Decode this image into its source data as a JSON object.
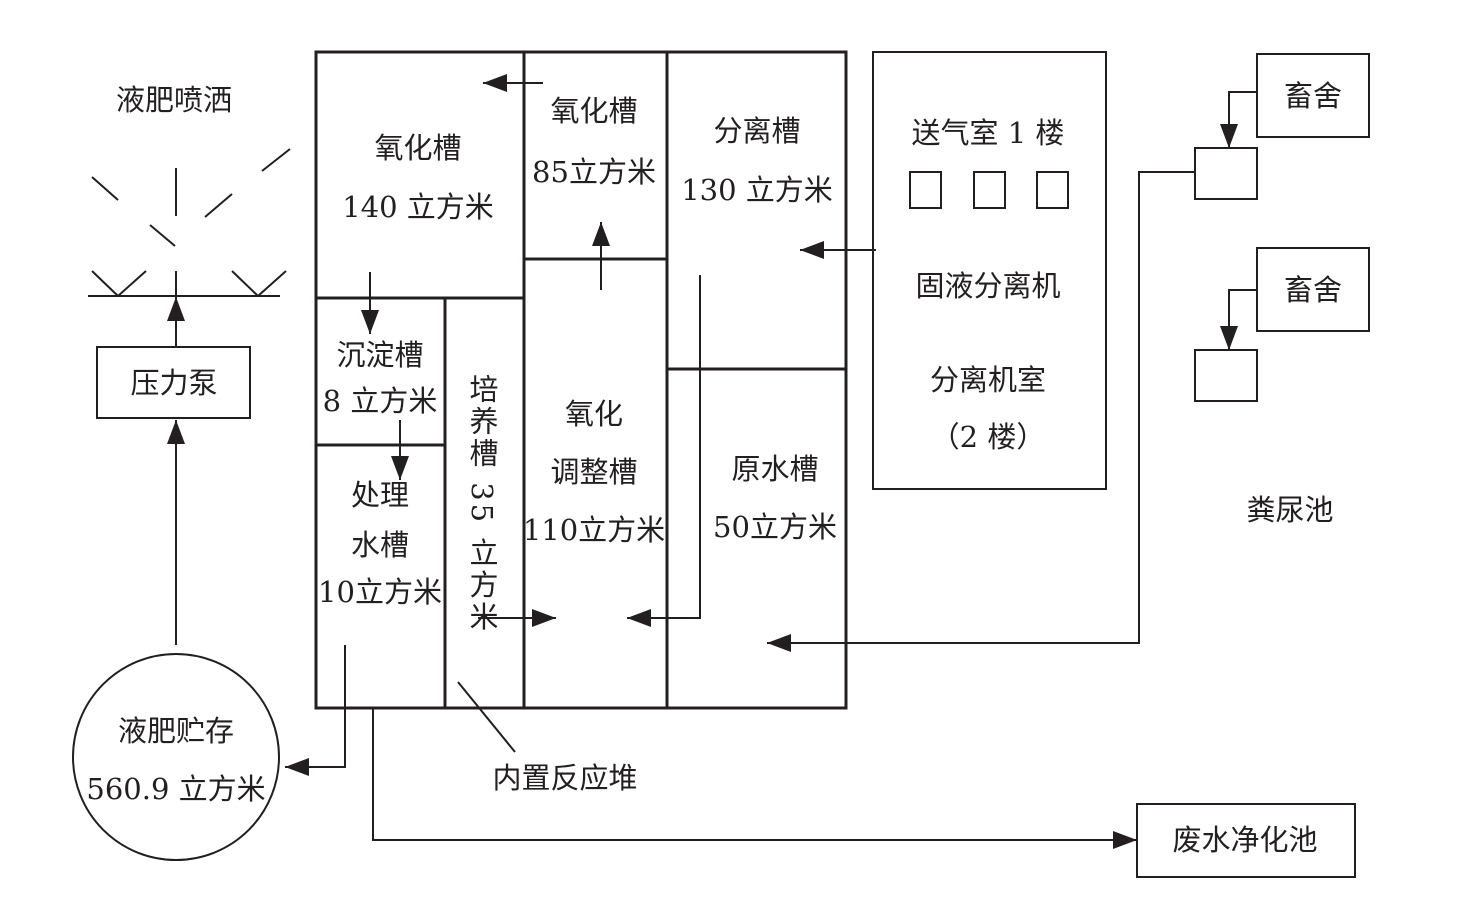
{
  "spray": {
    "label": "液肥喷洒"
  },
  "pump": {
    "label": "压力泵"
  },
  "storage": {
    "name": "液肥贮存",
    "volume": "560.9 立方米"
  },
  "tanks": {
    "oxidation_1": {
      "name": "氧化槽",
      "volume": "140 立方米"
    },
    "oxidation_2": {
      "name": "氧化槽",
      "volume": "85立方米"
    },
    "separation": {
      "name": "分离槽",
      "volume": "130 立方米"
    },
    "sedimentation": {
      "name": "沉淀槽",
      "volume": "8 立方米"
    },
    "treated_water": {
      "name_line1": "处理",
      "name_line2": "水槽",
      "volume": "10立方米"
    },
    "culture": {
      "label": "培养槽 35 立方米"
    },
    "oxidation_adjust": {
      "name_line1": "氧化",
      "name_line2": "调整槽",
      "volume": "110立方米"
    },
    "raw_water": {
      "name": "原水槽",
      "volume": "50立方米"
    }
  },
  "machine_room": {
    "floor1": "送气室 1 楼",
    "separator": "固液分离机",
    "room": "分离机室",
    "floor2": "（2 楼）"
  },
  "barns": [
    "畜舍",
    "畜舍"
  ],
  "manure_pit": "粪尿池",
  "reactor": "内置反应堆",
  "wastewater": "废水净化池"
}
